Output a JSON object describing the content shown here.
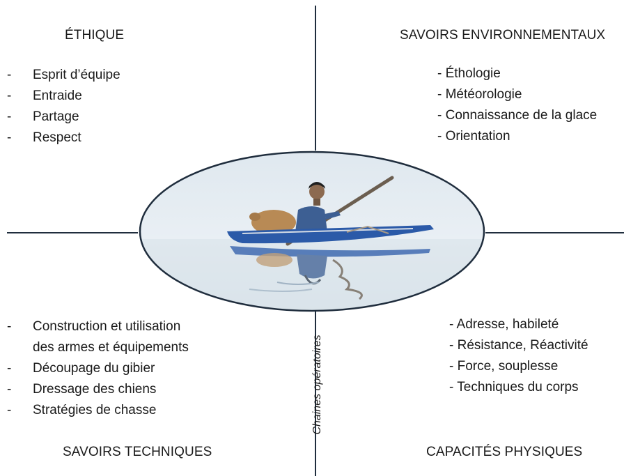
{
  "quadrants": {
    "ethique": {
      "title": "ÉTHIQUE",
      "dash": "-",
      "items": [
        "Esprit d’équipe",
        "Entraide",
        "Partage",
        "Respect"
      ]
    },
    "savoirs_env": {
      "title": "SAVOIRS ENVIRONNEMENTAUX",
      "items": [
        "- Éthologie",
        "- Météorologie",
        "- Connaissance de la glace",
        "- Orientation"
      ]
    },
    "savoirs_tech": {
      "title": "SAVOIRS TECHNIQUES",
      "dash": "-",
      "items": [
        "Construction et utilisation",
        "des armes et équipements",
        "Découpage du gibier",
        "Dressage des chiens",
        "Stratégies de chasse"
      ]
    },
    "capacites": {
      "title": "CAPACITÉS PHYSIQUES",
      "items": [
        "- Adresse, habileté",
        "- Résistance, Réactivité",
        "- Force, souplesse",
        "- Techniques du corps"
      ]
    }
  },
  "axis_label": "Chaines opératoires",
  "colors": {
    "axis": "#1f2d3d",
    "kayak": "#2b5aa8",
    "jacket": "#3d5f93",
    "sky": "#e4ecf2",
    "ellipse_stroke": "#1f2d3d"
  }
}
